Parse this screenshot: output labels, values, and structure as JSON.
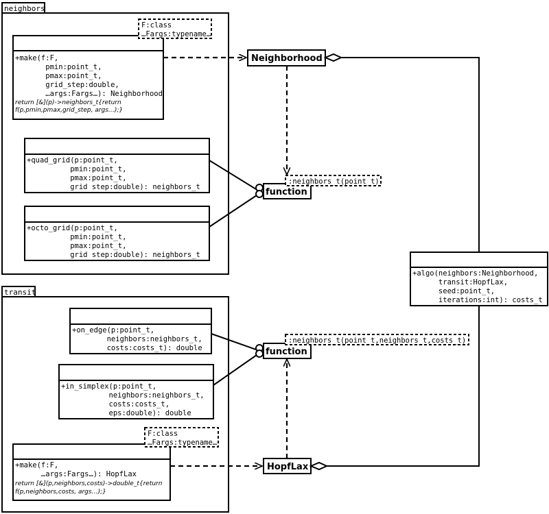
{
  "packages": {
    "neighbors": "neighbors",
    "transit": "transit"
  },
  "neighbors_make": {
    "template": [
      "F:class",
      "…Fargs:typename…"
    ],
    "op": [
      "+make(f:F,",
      "       pmin:point_t,",
      "       pmax:point_t,",
      "       grid_step:double,",
      "       …args:Fargs…): Neighborhood"
    ],
    "note": [
      "return [&](p)->neighbors_t{return",
      "f(p,pmin,pmax,grid_step, args…);}"
    ]
  },
  "quad_grid": {
    "op": [
      "+quad_grid(p:point_t,",
      "          pmin:point_t,",
      "          pmax:point_t,",
      "          grid step:double): neighbors_t"
    ]
  },
  "octo_grid": {
    "op": [
      "+octo_grid(p:point_t,",
      "          pmin:point_t,",
      "          pmax:point_t,",
      "          grid step:double): neighbors_t"
    ]
  },
  "neighborhood": {
    "label": "Neighborhood"
  },
  "function1": {
    "label": "function",
    "template": ":neighbors_t(point_t)"
  },
  "algo": {
    "op": [
      "+algo(neighbors:Neighborhood,",
      "      transit:HopfLax,",
      "      seed:point_t,",
      "      iterations:int): costs_t"
    ]
  },
  "on_edge": {
    "op": [
      "+on_edge(p:point_t,",
      "        neighbors:neighbors_t,",
      "        costs:costs_t): double"
    ]
  },
  "in_simplex": {
    "op": [
      "+in_simplex(p:point_t,",
      "           neighbors:neighbors_t,",
      "           costs:costs_t,",
      "           eps:double): double"
    ]
  },
  "function2": {
    "label": "function",
    "template": ":neighbors_t(point_t,neighbors_t,costs_t)"
  },
  "transit_make": {
    "template": [
      "F:class",
      "…Fargs:typename…"
    ],
    "op": [
      "+make(f:F,",
      "      …args:Fargs…): HopfLax"
    ],
    "note": [
      "return [&](p,neighbors,costs)->double_t{return",
      "f(p,neighbors,costs, args…);}"
    ]
  },
  "hopflax": {
    "label": "HopfLax"
  }
}
